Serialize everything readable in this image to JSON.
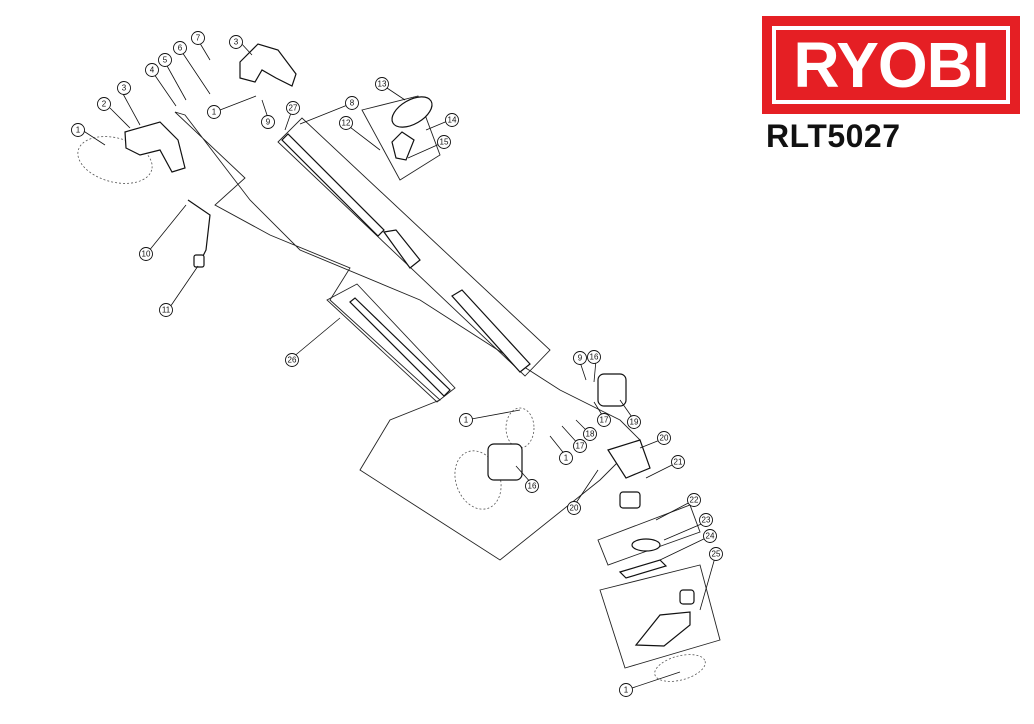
{
  "brand": {
    "logo": "RYOBI",
    "model": "RLT5027",
    "logo_color": "#e51f24"
  },
  "callouts": [
    "1",
    "2",
    "3",
    "4",
    "5",
    "6",
    "7",
    "3",
    "1",
    "9",
    "27",
    "8",
    "13",
    "14",
    "12",
    "15",
    "10",
    "11",
    "26",
    "1",
    "9",
    "16",
    "19",
    "17",
    "18",
    "17",
    "1",
    "16",
    "20",
    "21",
    "20",
    "22",
    "23",
    "24",
    "25",
    "1"
  ]
}
